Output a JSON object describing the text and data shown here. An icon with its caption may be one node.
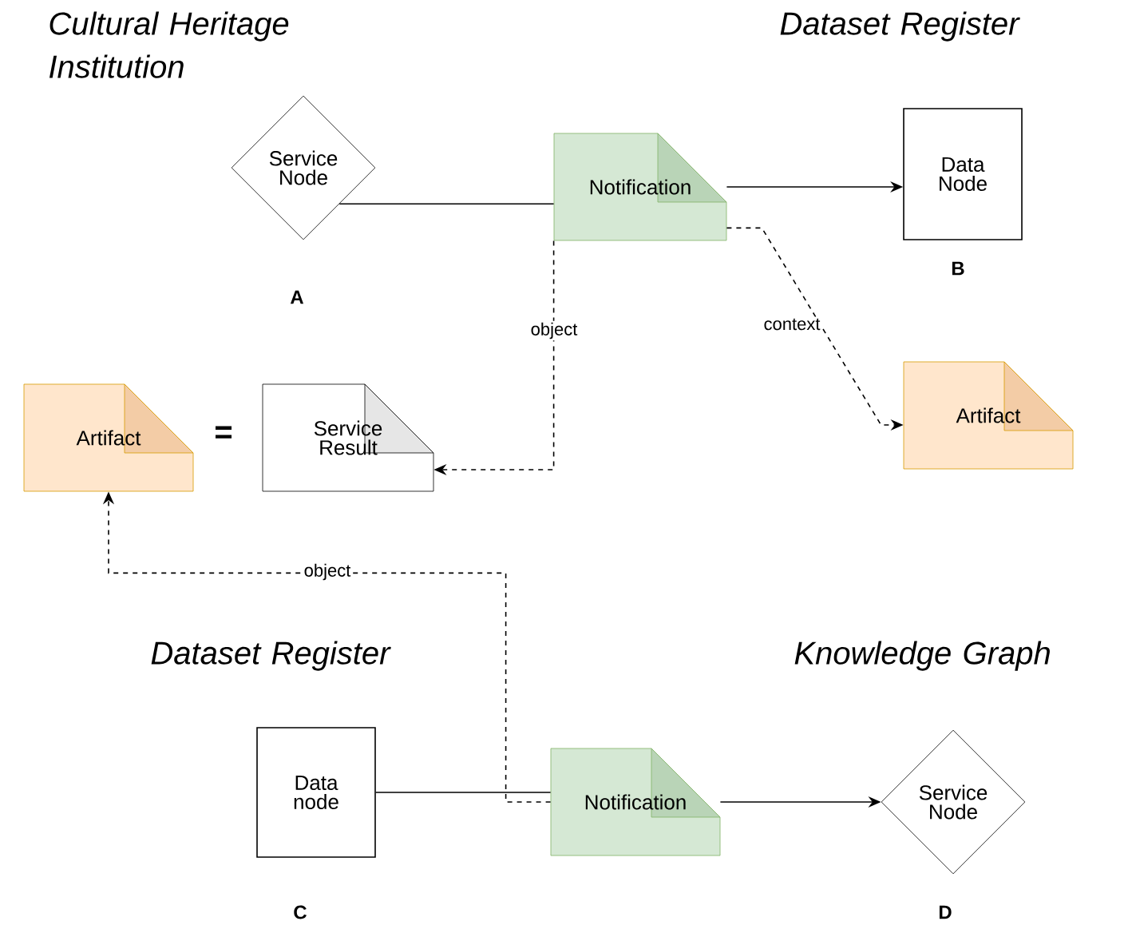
{
  "diagram": {
    "nodes": [
      {
        "text": [
          "Service Node"
        ],
        "beside": [
          "A"
        ]
      },
      {
        "text": [
          "Notification"
        ]
      },
      {
        "text": [
          "Data Node"
        ],
        "beside": [
          "B"
        ]
      },
      {
        "text": [
          "Artifact"
        ]
      },
      {
        "text": [
          "Service Result"
        ]
      },
      {
        "text": [
          "Artifact"
        ]
      },
      {
        "text": [
          "Data node"
        ],
        "beside": [
          "C"
        ]
      },
      {
        "text": [
          "Notification"
        ]
      },
      {
        "text": [
          "Service Node"
        ],
        "beside": [
          "D"
        ]
      }
    ],
    "edges": [
      {
        "from": 0,
        "to": 1,
        "arrow": "none"
      },
      {
        "from": 1,
        "to": 2,
        "arrow": "to"
      },
      {
        "from": 1,
        "to": 4,
        "arrow": "to",
        "style": "dashed",
        "label": "object"
      },
      {
        "from": 1,
        "to": 5,
        "arrow": "to",
        "style": "dashed",
        "label": "context"
      },
      {
        "from": 7,
        "to": 3,
        "arrow": "to",
        "style": "dashed",
        "label": "object"
      },
      {
        "from": 6,
        "to": 7,
        "arrow": "none"
      },
      {
        "from": 7,
        "to": 8,
        "arrow": "to"
      }
    ],
    "labels": [
      "Cultural Heritage Institution",
      "Dataset Register",
      "=",
      "Dataset Register",
      "Knowledge Graph"
    ]
  }
}
